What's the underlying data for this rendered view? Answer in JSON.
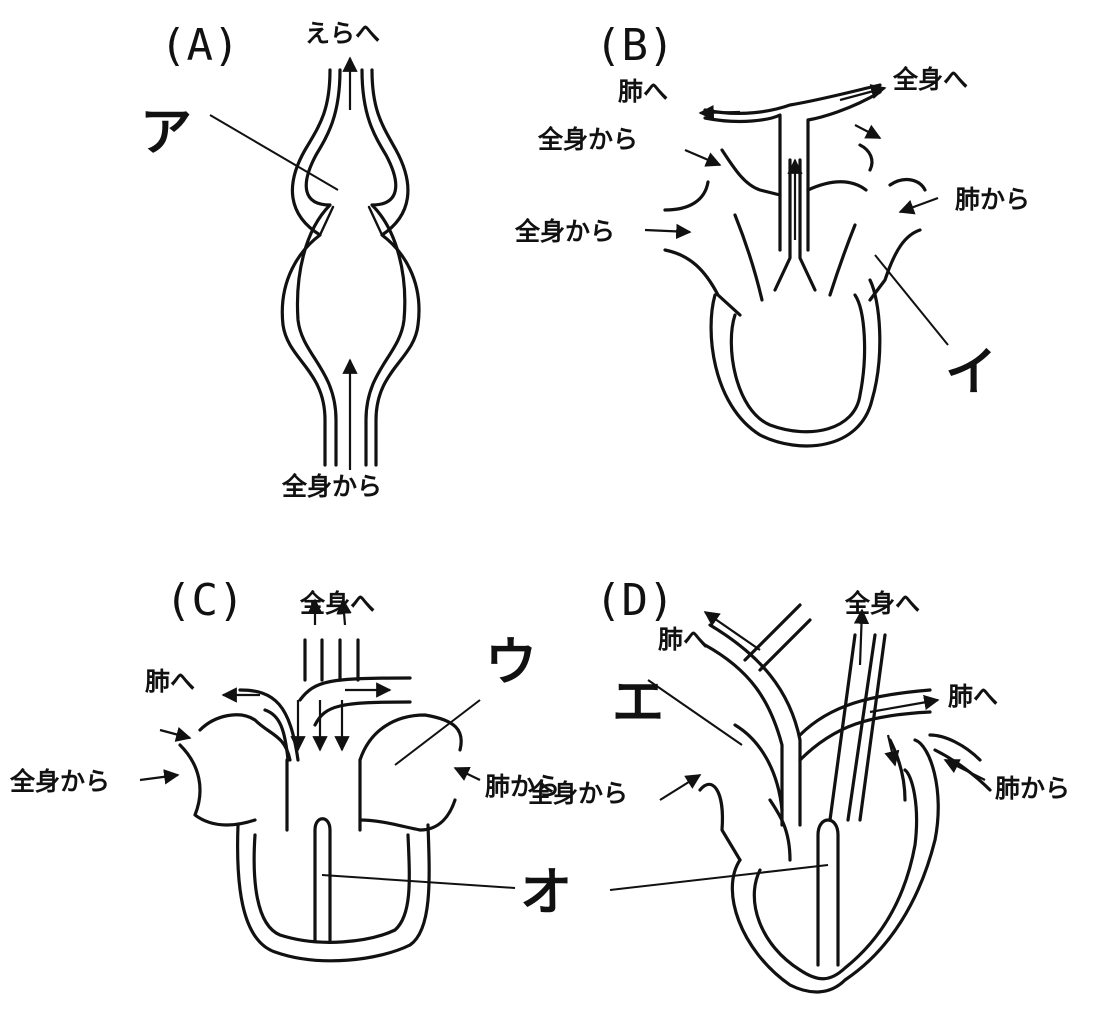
{
  "panels": [
    {
      "id": "A",
      "label": "(A)",
      "texts": {
        "to_gills": "えらへ",
        "from_body": "全身から"
      },
      "marker": "ア"
    },
    {
      "id": "B",
      "label": "(B)",
      "texts": {
        "to_lungs": "肺へ",
        "to_body": "全身へ",
        "from_body_1": "全身から",
        "from_body_2": "全身から",
        "from_lungs": "肺から"
      },
      "marker": "イ"
    },
    {
      "id": "C",
      "label": "(C)",
      "texts": {
        "to_body": "全身へ",
        "to_lungs": "肺へ",
        "from_body": "全身から",
        "from_lungs": "肺から"
      },
      "marker": "ウ"
    },
    {
      "id": "D",
      "label": "(D)",
      "texts": {
        "to_lungs_left": "肺へ",
        "to_body": "全身へ",
        "to_lungs_right": "肺へ",
        "from_body": "全身から",
        "from_lungs": "肺から"
      },
      "marker": "エ"
    }
  ],
  "shared_marker": "オ"
}
